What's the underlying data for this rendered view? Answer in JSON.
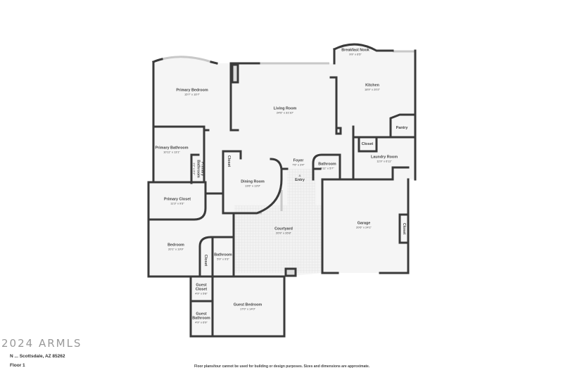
{
  "rooms": {
    "breakfast_nook": {
      "name": "Breakfast Nook",
      "dim": "9'9\" x 6'5\""
    },
    "primary_bedroom": {
      "name": "Primary Bedroom",
      "dim": "15'7\" x 16'7\""
    },
    "living_room": {
      "name": "Living Room",
      "dim": "24'6\" x 31'10\""
    },
    "kitchen": {
      "name": "Kitchen",
      "dim": "18'9\" x 20'2\""
    },
    "pantry": {
      "name": "Pantry"
    },
    "closet_laundry": {
      "name": "Closet"
    },
    "laundry_room": {
      "name": "Laundry Room",
      "dim": "11'9\" x 6'11\""
    },
    "primary_bathroom": {
      "name": "Primary Bathroom",
      "dim": "10'11\" x 13'1\""
    },
    "primary_bathroom_small": {
      "name": "Primary Bathroom",
      "dim": "3'2\" x 6'3\""
    },
    "closet_dining": {
      "name": "Closet"
    },
    "foyer": {
      "name": "Foyer",
      "dim": "7'6\" x 3'4\""
    },
    "entry": {
      "name": "Entry"
    },
    "bathroom_foyer": {
      "name": "Bathroom",
      "dim": "5'11\" x 5'7\""
    },
    "dining_room": {
      "name": "Dining Room",
      "dim": "13'6\" x 13'9\""
    },
    "primary_closet": {
      "name": "Primary Closet",
      "dim": "11'3\" x 9'3\""
    },
    "courtyard": {
      "name": "Courtyard",
      "dim": "20'9\" x 26'8\""
    },
    "garage": {
      "name": "Garage",
      "dim": "20'6\" x 24'1\""
    },
    "closet_garage": {
      "name": "Closet"
    },
    "bedroom": {
      "name": "Bedroom",
      "dim": "20'1\" x 19'9\""
    },
    "closet_bedroom": {
      "name": "Closet"
    },
    "bathroom_hall": {
      "name": "Bathroom",
      "dim": "5'9\" x 9'3\""
    },
    "guest_closet": {
      "name": "Guest Closet",
      "dim": "4'9\" x 5'8\""
    },
    "guest_bathroom": {
      "name": "Guest Bathroom",
      "dim": "4'9\" x 6'9\""
    },
    "guest_bedroom": {
      "name": "Guest Bedroom",
      "dim": "17'0\" x 14'0\""
    }
  },
  "footer": {
    "address": "N ... Scottsdale, AZ 85262",
    "watermark": "2024 ARMLS",
    "floor": "Floor 1",
    "disclaimer": "Floor plans/tour cannot be used for building or design purposes. Sizes and dimensions are approximate."
  },
  "colors": {
    "wall": "#3a3a3a",
    "floor": "#f4f4f4",
    "window": "#c8c8c8"
  }
}
